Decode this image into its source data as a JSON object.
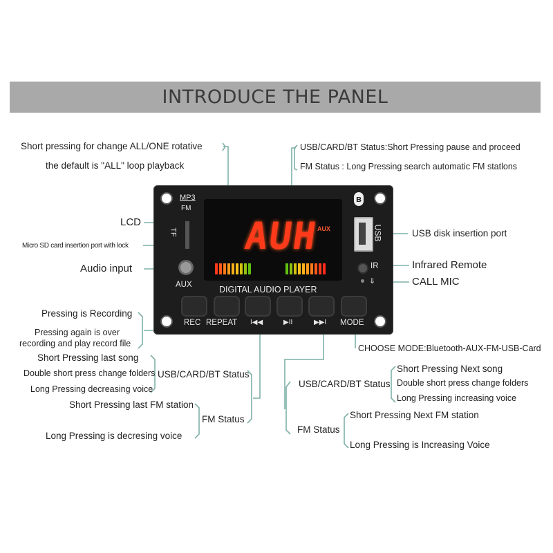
{
  "title": "INTRODUCE THE PANEL",
  "board": {
    "mp3": "MP3",
    "fm": "FM",
    "tf": "TF",
    "aux": "AUX",
    "lcd_text": "AUH",
    "lcd_small": "AUX",
    "digital_audio_player": "DIGITAL AUDIO PLAYER",
    "usb": "USB",
    "ir": "IR",
    "buttons": {
      "rec": "REC",
      "repeat": "REPEAT",
      "prev": "I◀◀",
      "play": "▶II",
      "next": "▶▶I",
      "mode": "MODE"
    }
  },
  "labels": {
    "repeat_1": "Short pressing for change ALL/ONE rotative",
    "repeat_2": "the default is \"ALL\" loop playback",
    "play_1": "USB/CARD/BT Status:Short Pressing pause and proceed",
    "play_2": "FM Status : Long Pressing search automatic FM statlons",
    "lcd": "LCD",
    "micro_sd": "Micro SD card insertion port with lock",
    "audio_input": "Audio input",
    "usb_port": "USB disk insertion port",
    "infrared": "Infrared Remote",
    "call_mic": "CALL MIC",
    "rec_1": "Pressing is Recording",
    "rec_2": "Pressing again is over",
    "rec_3": "recording and play record file",
    "mode": "CHOOSE MODE:Bluetooth-AUX-FM-USB-Card",
    "prev_1": "Short Pressing last song",
    "prev_2": "Double short press change folders",
    "prev_3": "Long Pressing decreasing voice",
    "prev_status": "USB/CARD/BT Status",
    "prev_fm_1": "Short Pressing last FM station",
    "prev_fm_2": "Long Pressing is decresing voice",
    "prev_fm_status": "FM Status",
    "next_status": "USB/CARD/BT Status",
    "next_1": "Short Pressing Next song",
    "next_2": "Double short press change folders",
    "next_3": "Long Pressing increasing voice",
    "next_fm_status": "FM Status",
    "next_fm_1": "Short Pressing Next FM station",
    "next_fm_2": "Long Pressing is Increasing Voice"
  },
  "colors": {
    "line": "#7fb0a8",
    "banner": "#a9a9a9",
    "board": "#1d1d1d",
    "lcd_red": "#ff3a1a"
  }
}
